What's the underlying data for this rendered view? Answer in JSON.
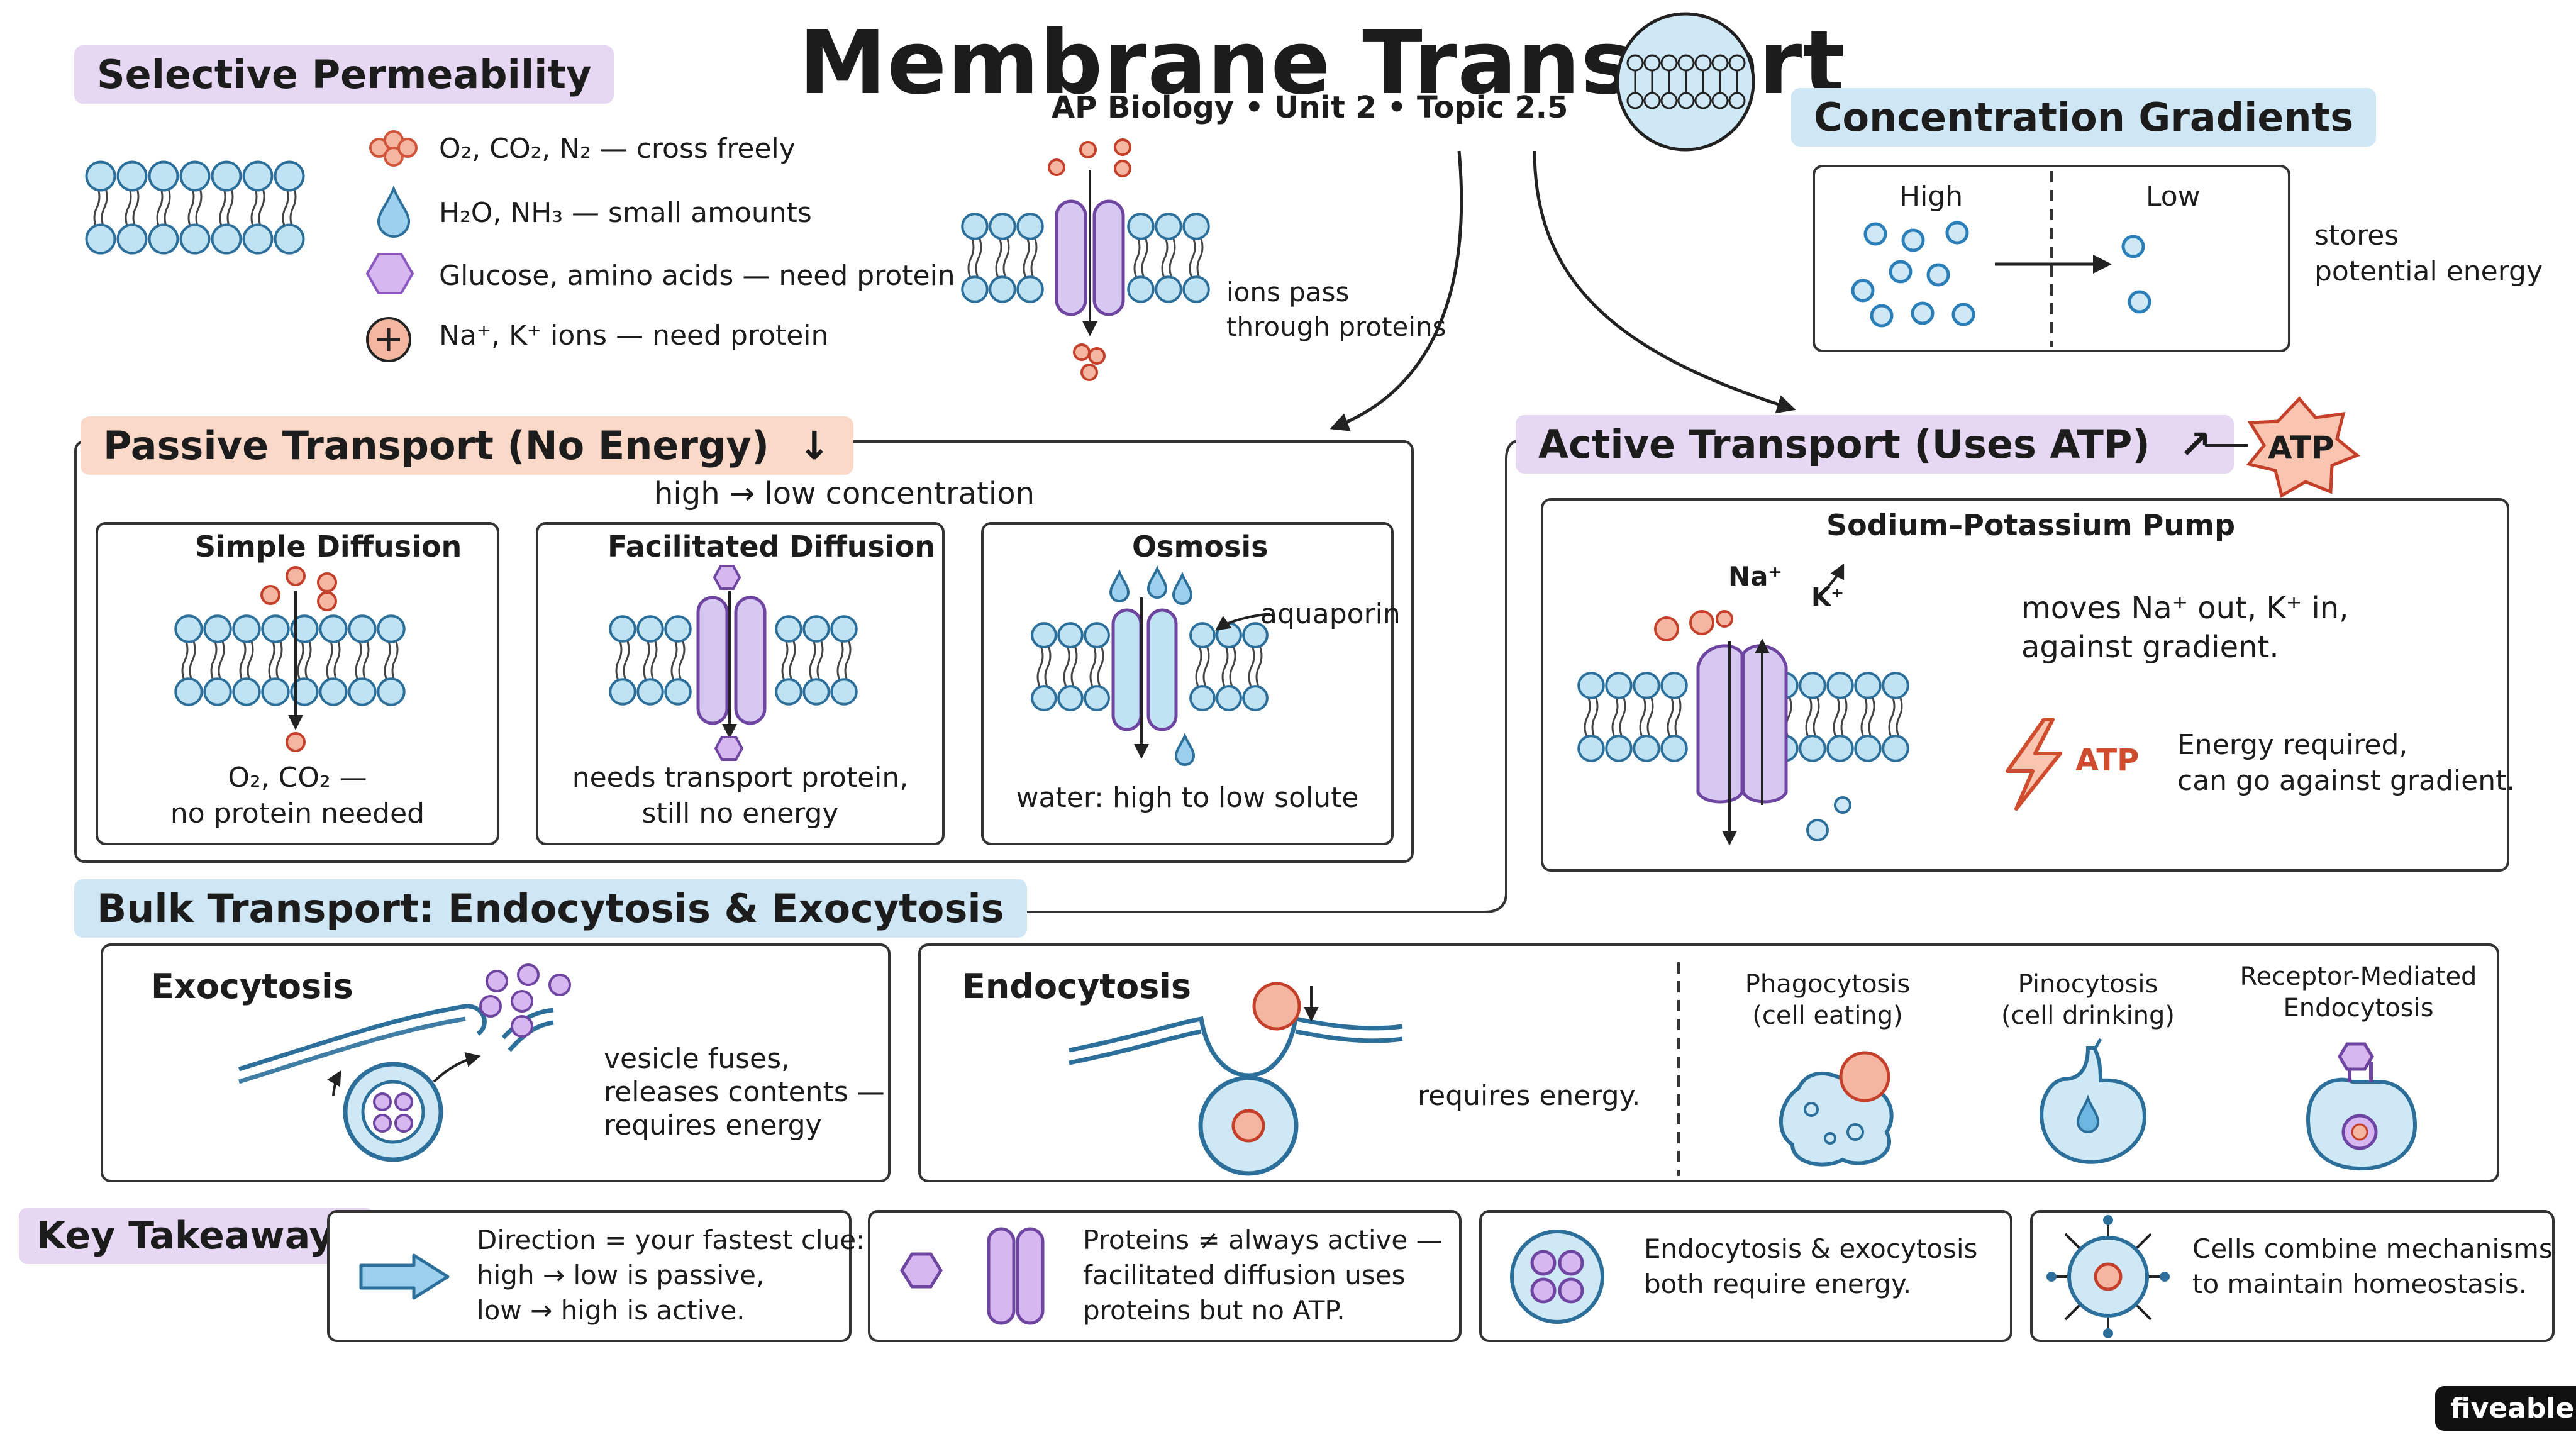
{
  "title": "Membrane Transport",
  "subtitle": "AP Biology • Unit 2 • Topic 2.5",
  "permeability": {
    "heading": "Selective Permeability",
    "items": [
      {
        "icon": "gas-molecules-icon",
        "text": "O₂, CO₂, N₂ — cross freely"
      },
      {
        "icon": "water-drop-icon",
        "text": "H₂O, NH₃ — small amounts"
      },
      {
        "icon": "hexagon-icon",
        "text": "Glucose, amino acids — need protein"
      },
      {
        "icon": "plus-ion-icon",
        "text": "Na⁺, K⁺ ions — need protein"
      }
    ],
    "ion_note": "ions pass\nthrough proteins"
  },
  "gradients": {
    "heading": "Concentration Gradients",
    "high": "High",
    "low": "Low",
    "note": "stores\npotential energy"
  },
  "passive": {
    "heading": "Passive Transport (No Energy)",
    "direction": "high → low concentration",
    "panels": [
      {
        "title": "Simple Diffusion",
        "caption": "O₂, CO₂ —\nno protein needed"
      },
      {
        "title": "Facilitated Diffusion",
        "caption": "needs transport protein,\nstill no energy"
      },
      {
        "title": "Osmosis",
        "label": "aquaporin",
        "caption": "water: high to low solute"
      }
    ]
  },
  "active": {
    "heading": "Active Transport (Uses ATP)",
    "badge": "ATP",
    "pump_title": "Sodium–Potassium Pump",
    "na_label": "Na⁺",
    "k_label": "K⁺",
    "desc": "moves Na⁺ out, K⁺ in,\nagainst gradient.",
    "atp_label": "ATP",
    "energy": "Energy required,\ncan go against gradient."
  },
  "bulk": {
    "heading": "Bulk Transport: Endocytosis & Exocytosis",
    "exo_title": "Exocytosis",
    "exo_desc": "vesicle fuses,\nreleases contents —\nrequires energy",
    "endo_title": "Endocytosis",
    "endo_desc": "requires energy.",
    "types": [
      {
        "label": "Phagocytosis\n(cell eating)"
      },
      {
        "label": "Pinocytosis\n(cell drinking)"
      },
      {
        "label": "Receptor-Mediated\nEndocytosis"
      }
    ]
  },
  "takeaways": {
    "heading": "Key Takeaways",
    "items": [
      {
        "icon": "arrow-icon",
        "text": "Direction = your fastest clue:\nhigh → low is passive,\nlow → high is active."
      },
      {
        "icon": "protein-channel-icon",
        "text": "Proteins ≠ always active —\nfacilitated diffusion uses\nproteins but no ATP."
      },
      {
        "icon": "vesicle-icon",
        "text": "Endocytosis & exocytosis\nboth require energy."
      },
      {
        "icon": "cell-icon",
        "text": "Cells combine mechanisms\nto maintain homeostasis."
      }
    ]
  },
  "brand": "fiveable",
  "colors": {
    "phospholipid": "#bfe3f3",
    "protein": "#d6c8f0",
    "ion": "#f4b6a0",
    "accent": "#e8542f"
  }
}
